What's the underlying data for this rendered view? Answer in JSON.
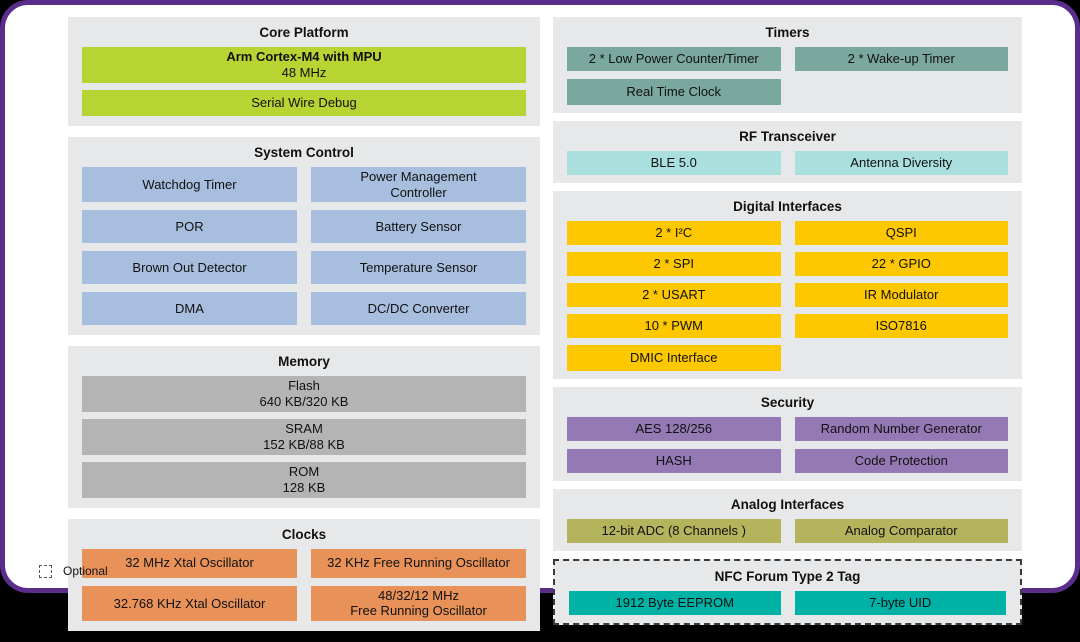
{
  "colors": {
    "frame_border": "#5b2d8b",
    "section_bg": "#e7e8e9",
    "core_green": "#b8d432",
    "system_blue": "#a8bede",
    "memory_gray": "#b4b4b4",
    "clocks_orange": "#e8925a",
    "timers_teal": "#7aa89e",
    "rf_cyan": "#a9e0dd",
    "digital_yellow": "#fdc800",
    "security_purple": "#9579b5",
    "analog_olive": "#b4b45c",
    "nfc_teal": "#00b2a5"
  },
  "sections": {
    "core_platform": {
      "title": "Core Platform",
      "cpu_line1": "Arm Cortex-M4 with MPU",
      "cpu_line2": "48 MHz",
      "swd": "Serial Wire Debug"
    },
    "system_control": {
      "title": "System Control",
      "blocks": [
        "Watchdog Timer",
        "Power Management Controller",
        "POR",
        "Battery Sensor",
        "Brown Out Detector",
        "Temperature Sensor",
        "DMA",
        "DC/DC Converter"
      ]
    },
    "memory": {
      "title": "Memory",
      "blocks": [
        {
          "name": "Flash",
          "size": "640 KB/320 KB"
        },
        {
          "name": "SRAM",
          "size": "152 KB/88 KB"
        },
        {
          "name": "ROM",
          "size": "128 KB"
        }
      ]
    },
    "clocks": {
      "title": "Clocks",
      "blocks": [
        "32 MHz Xtal Oscillator",
        "32 KHz Free Running Oscillator",
        "32.768 KHz Xtal Oscillator"
      ],
      "fro_line1": "48/32/12 MHz",
      "fro_line2": "Free Running Oscillator"
    },
    "timers": {
      "title": "Timers",
      "blocks": [
        "2 * Low Power Counter/Timer",
        "2 * Wake-up Timer",
        "Real Time Clock"
      ]
    },
    "rf": {
      "title": "RF Transceiver",
      "blocks": [
        "BLE 5.0",
        "Antenna Diversity"
      ]
    },
    "digital": {
      "title": "Digital Interfaces",
      "left": [
        "2 * I²C",
        "2 * SPI",
        "2 * USART",
        "10 * PWM",
        "DMIC Interface"
      ],
      "right": [
        "QSPI",
        "22 * GPIO",
        "IR Modulator",
        "ISO7816"
      ]
    },
    "security": {
      "title": "Security",
      "blocks": [
        "AES 128/256",
        "Random Number Generator",
        "HASH",
        "Code Protection"
      ]
    },
    "analog": {
      "title": "Analog Interfaces",
      "blocks": [
        "12-bit ADC (8 Channels )",
        "Analog Comparator"
      ]
    },
    "nfc": {
      "title": "NFC Forum Type 2 Tag",
      "blocks": [
        "1912 Byte EEPROM",
        "7-byte UID"
      ]
    }
  },
  "legend": {
    "label": "Optional"
  }
}
